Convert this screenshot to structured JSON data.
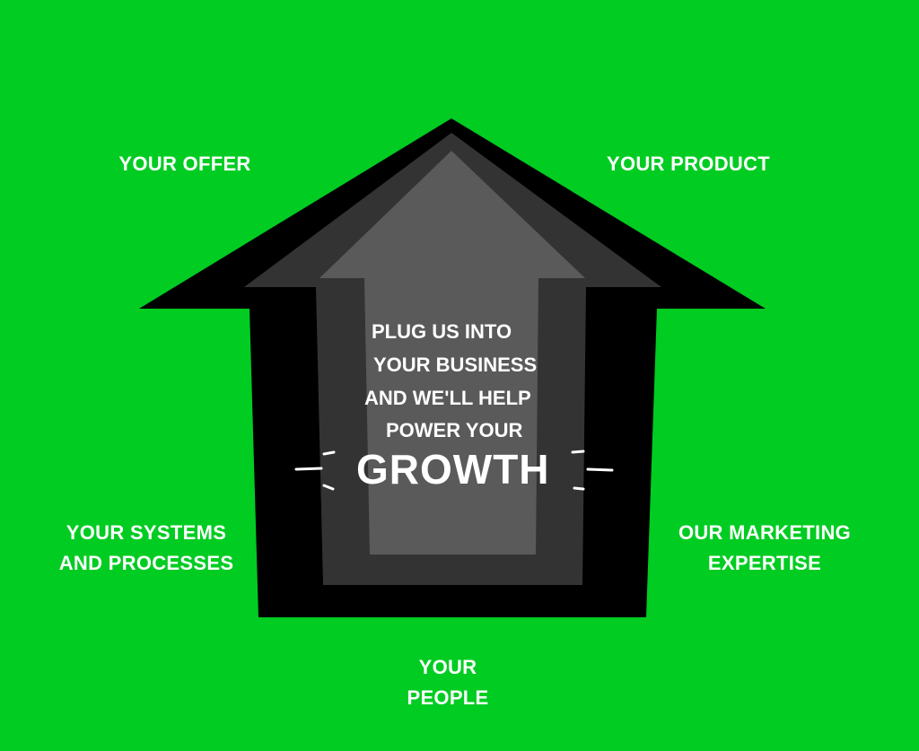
{
  "colors": {
    "background": "#00CC22",
    "house_outer": "#000000",
    "house_middle": "#333333",
    "house_inner": "#5A5A5A",
    "text": "#FFFFFF"
  },
  "labels": {
    "your_offer": "YOUR OFFER",
    "your_product": "YOUR PRODUCT",
    "systems_line1": "YOUR SYSTEMS",
    "systems_line2": "AND PROCESSES",
    "marketing_line1": "OUR MARKETING",
    "marketing_line2": "EXPERTISE",
    "people_line1": "YOUR",
    "people_line2": "PEOPLE"
  },
  "center": {
    "line1": "PLUG US INTO",
    "line2": "YOUR BUSINESS",
    "line3": "AND WE'LL HELP",
    "line4": "POWER YOUR",
    "headline": "GROWTH"
  },
  "icons": {
    "spark_left": "spark-lines-icon",
    "spark_right": "spark-lines-icon"
  }
}
